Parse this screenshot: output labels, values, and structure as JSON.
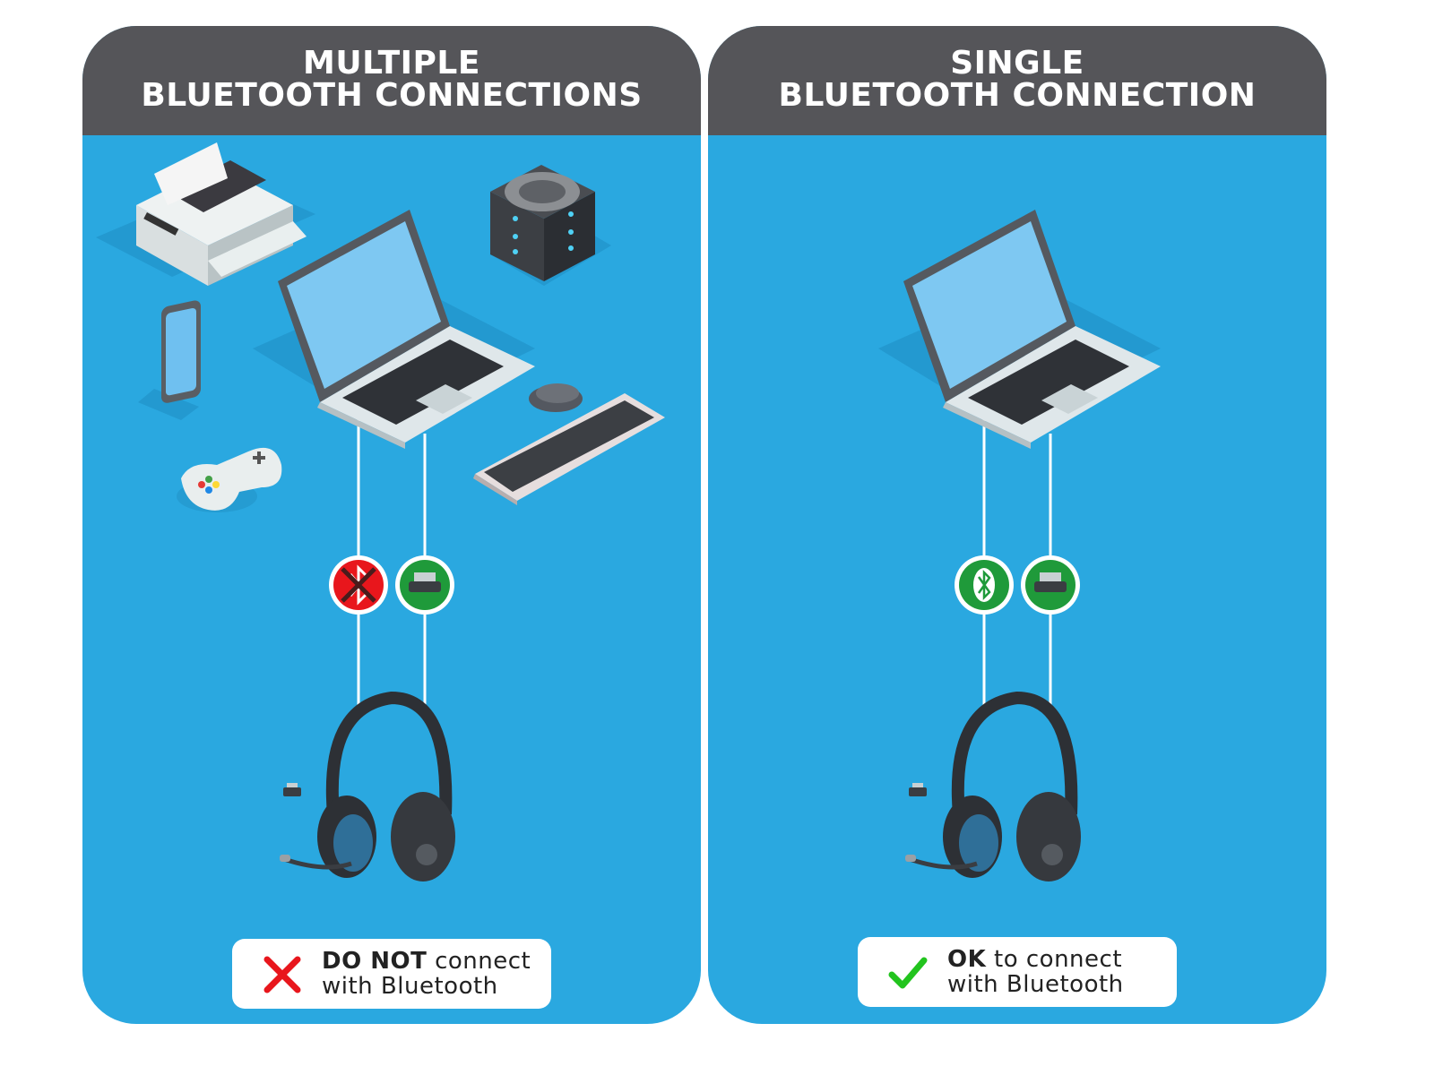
{
  "left_panel": {
    "title_line1": "MULTIPLE",
    "title_line2": "BLUETOOTH CONNECTIONS",
    "caption_bold": "DO NOT",
    "caption_rest": " connect",
    "caption_line2": "with Bluetooth",
    "caption_icon": "red-x-icon",
    "status_icons": [
      "bluetooth-crossed-icon",
      "usb-dongle-icon"
    ],
    "devices": [
      "printer",
      "speaker",
      "laptop",
      "phone",
      "mouse",
      "keyboard",
      "game-controller",
      "headset"
    ]
  },
  "right_panel": {
    "title_line1": "SINGLE",
    "title_line2": "BLUETOOTH CONNECTION",
    "caption_bold": "OK",
    "caption_rest": " to connect",
    "caption_line2": "with Bluetooth",
    "caption_icon": "green-check-icon",
    "status_icons": [
      "bluetooth-icon",
      "usb-dongle-icon"
    ],
    "devices": [
      "laptop",
      "headset"
    ]
  },
  "colors": {
    "panel_bg": "#2aa8e0",
    "header_bg": "#555559",
    "ok_green": "#1f9a3a",
    "bad_red": "#e8161c",
    "check_green": "#22c41e"
  }
}
